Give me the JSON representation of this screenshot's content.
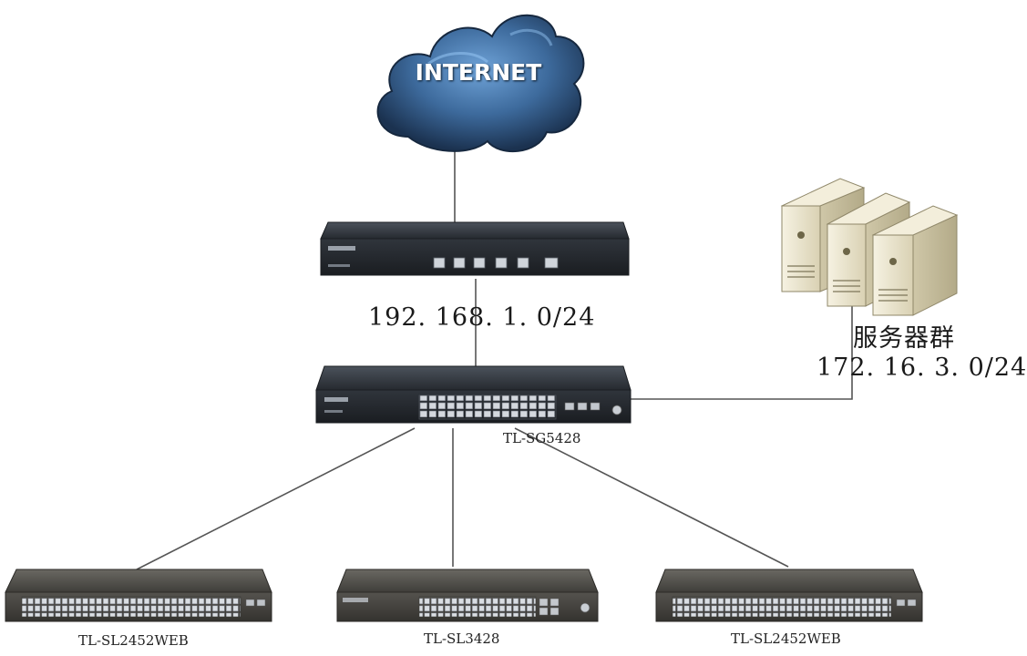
{
  "internet_label": "INTERNET",
  "router": {
    "subnet": "192. 168. 1. 0/24"
  },
  "core_switch": {
    "model": "TL-SG5428"
  },
  "servers": {
    "name": "服务器群",
    "subnet": "172. 16. 3. 0/24"
  },
  "access_switches": [
    {
      "model": "TL-SL2452WEB"
    },
    {
      "model": "TL-SL3428"
    },
    {
      "model": "TL-SL2452WEB"
    }
  ],
  "colors": {
    "cloud_dark": "#1f3a5c",
    "cloud_light": "#5a8fc7",
    "device_dark": "#2a2f36",
    "access_body": "#4a4a46",
    "server_beige": "#ece6cf",
    "link_line": "#555555"
  },
  "icons": [
    "cloud-icon",
    "router-icon",
    "switch-icon",
    "server-icon"
  ]
}
